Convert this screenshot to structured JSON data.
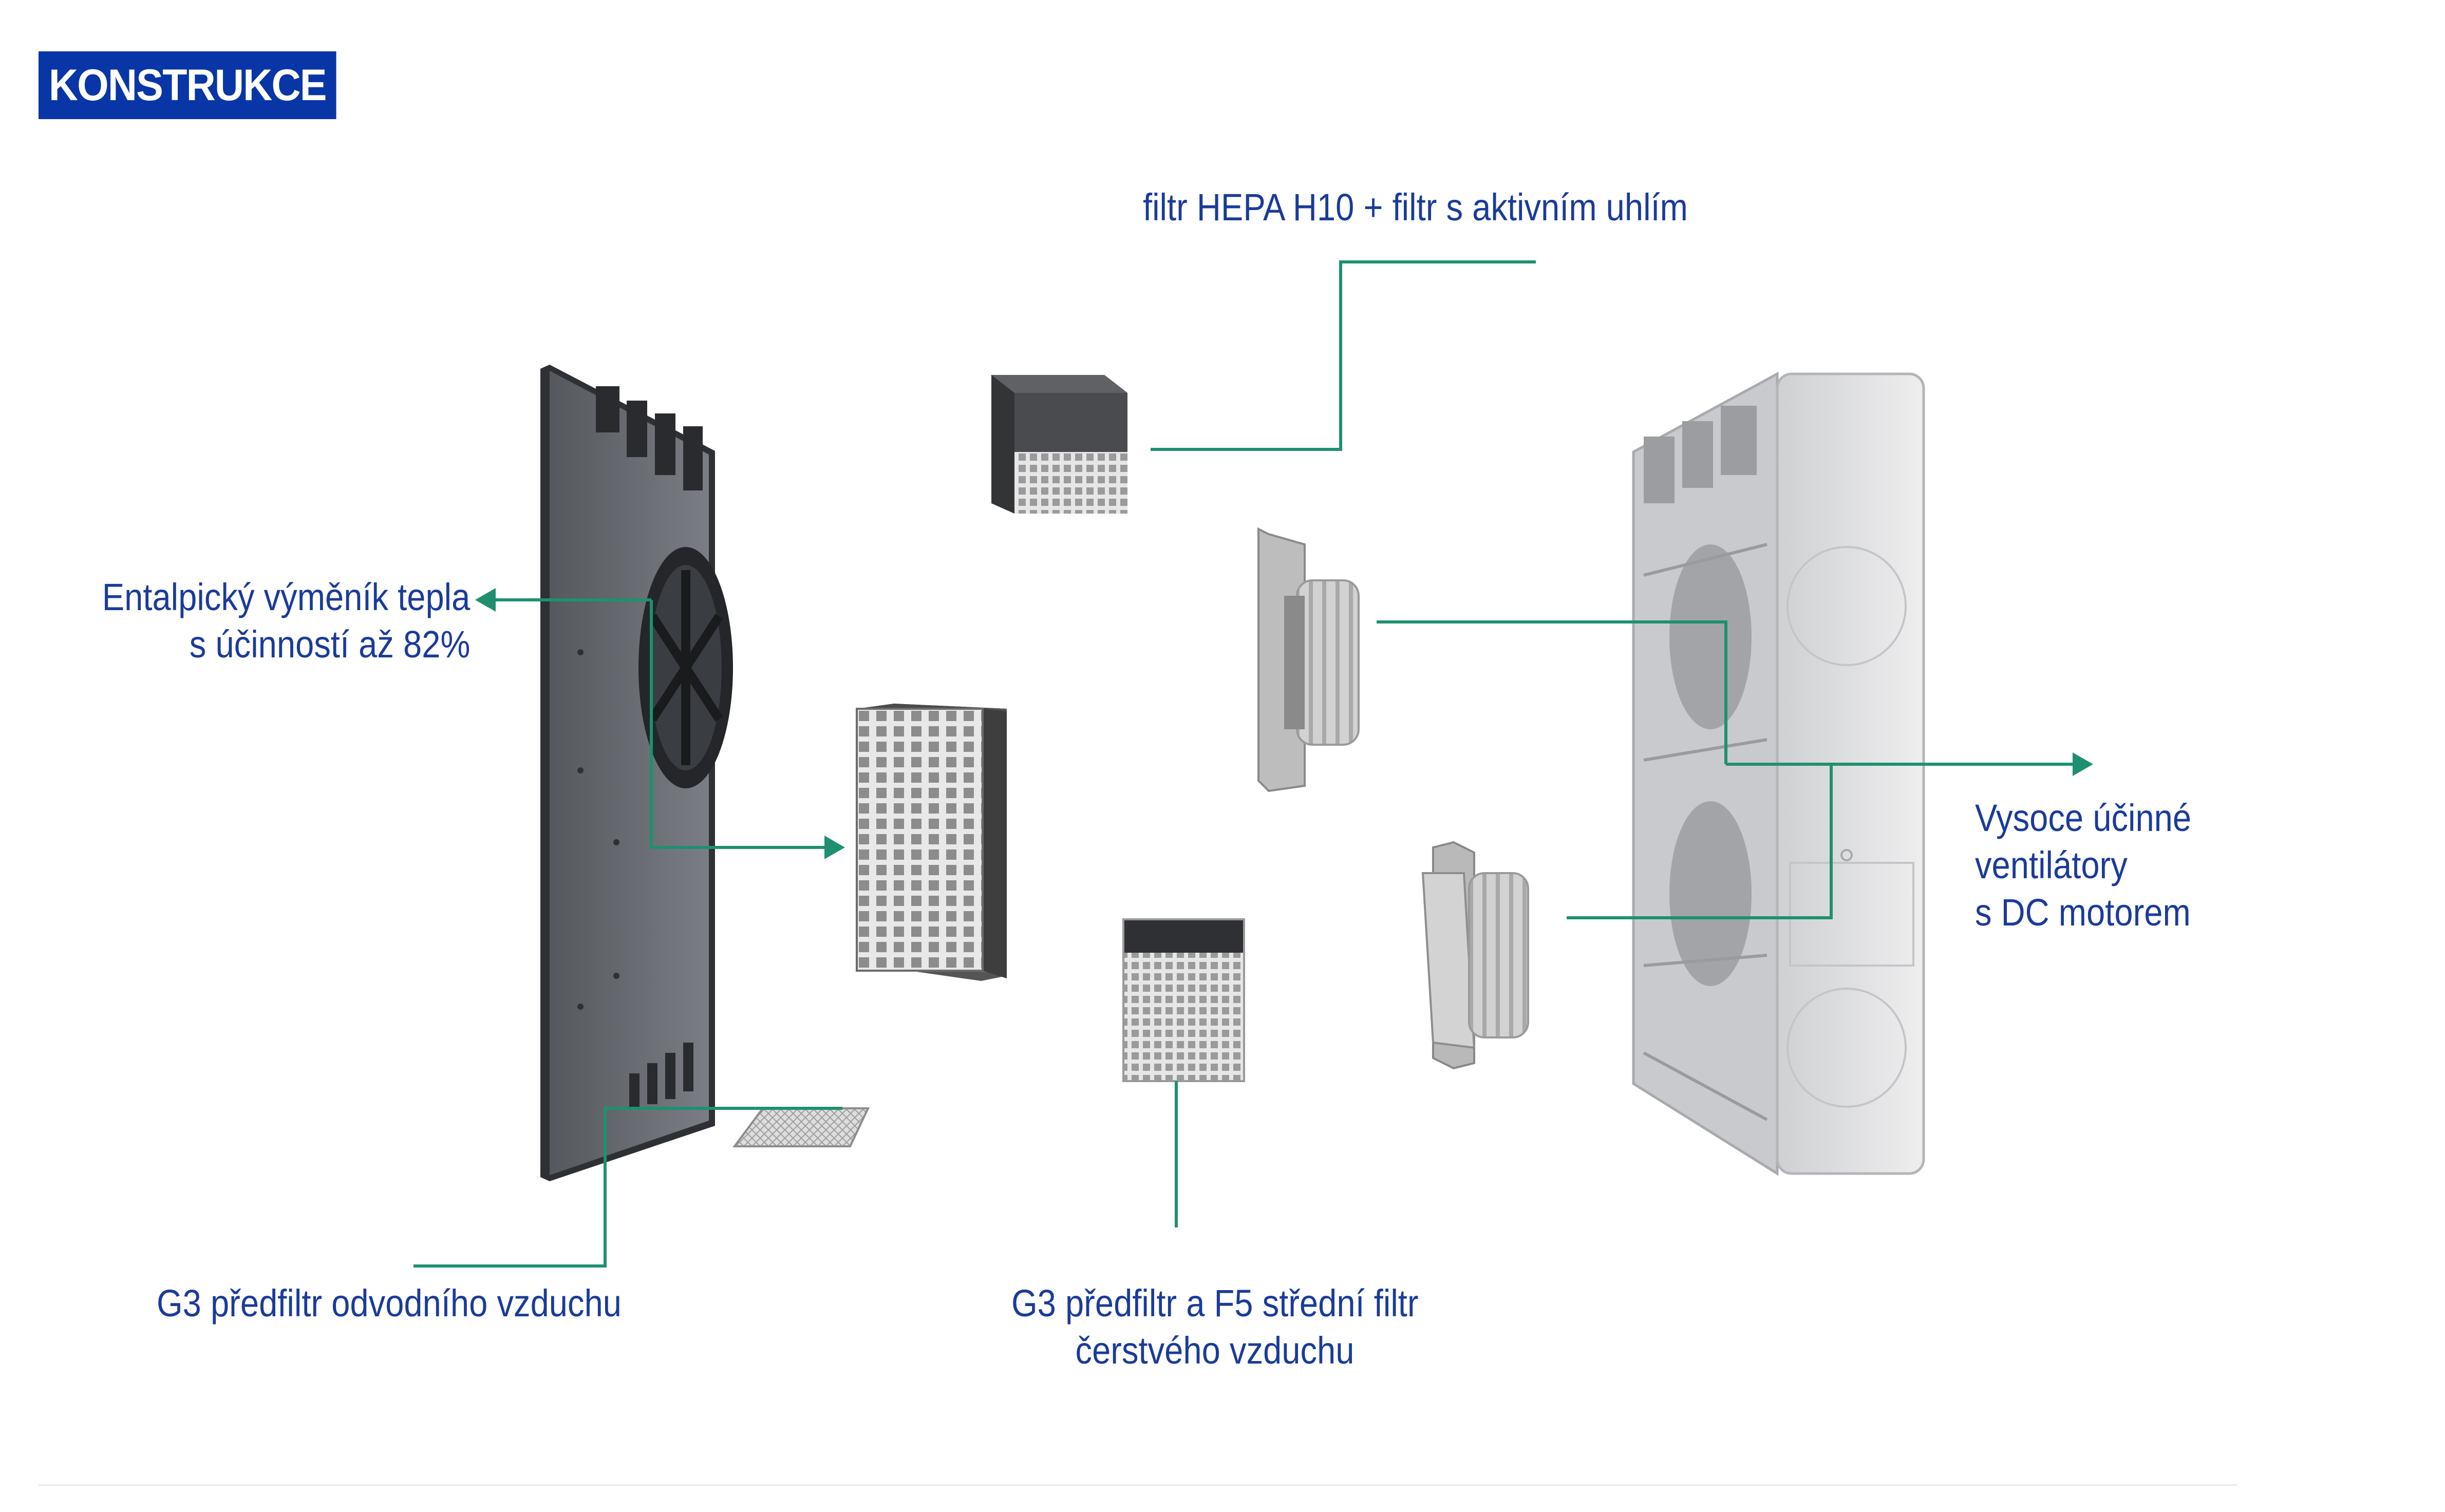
{
  "header": {
    "badge_label": "KONSTRUKCE"
  },
  "labels": {
    "hepa_filter": "filtr HEPA H10 + filtr s aktivním uhlím",
    "exchanger_line1": "Entalpický výměník tepla",
    "exchanger_line2": "s účinností až 82%",
    "fans_line1": "Vysoce účinné",
    "fans_line2": "ventilátory",
    "fans_line3": "s DC motorem",
    "exhaust_prefilter": "G3 předfiltr odvodního vzduchu",
    "fresh_line1": "G3 předfiltr a F5 střední filtr",
    "fresh_line2": "čerstvého vzduchu"
  },
  "colors": {
    "brand_blue": "#0836a6",
    "label_blue": "#1a3b9a",
    "leader_green": "#1e9070",
    "panel_dark": "#3a3c40",
    "panel_face": "#6b6f75",
    "housing_light": "#d9dadc",
    "housing_shadow": "#b6b7ba"
  },
  "icons": {
    "arrow": "arrow-head-icon"
  }
}
